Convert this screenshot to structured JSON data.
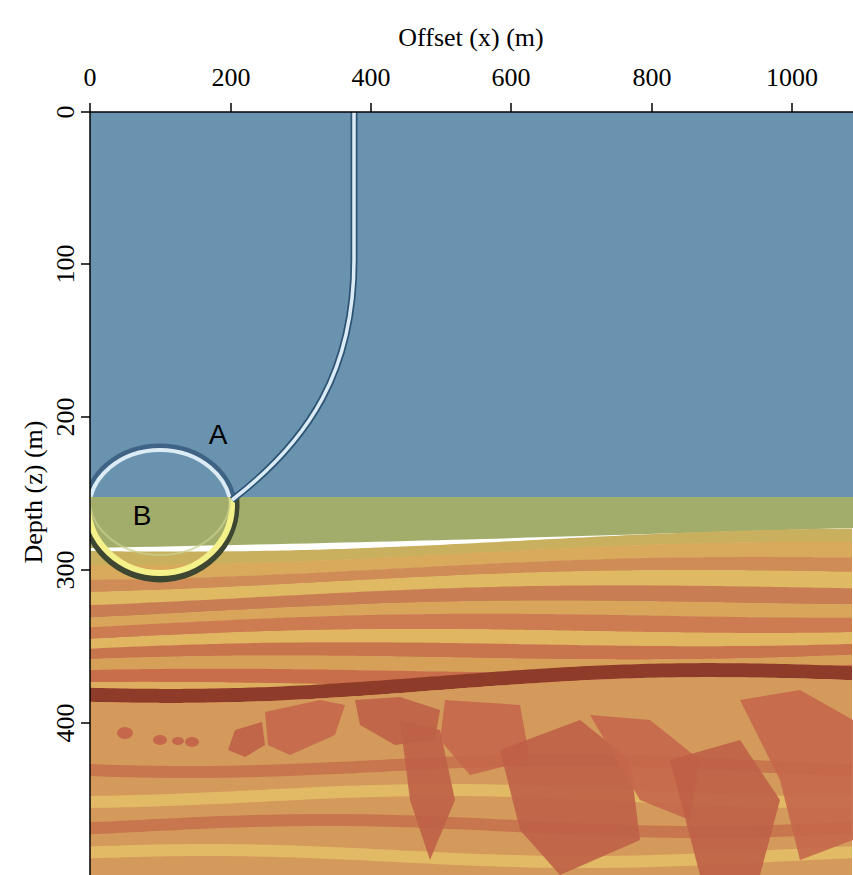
{
  "diagram": {
    "labels": [
      "Offset (x) (m)",
      "0",
      "200",
      "400",
      "600",
      "800",
      "1000",
      "Depth (z) (m)",
      "0",
      "100",
      "200",
      "300",
      "400",
      "A",
      "B"
    ]
  }
}
